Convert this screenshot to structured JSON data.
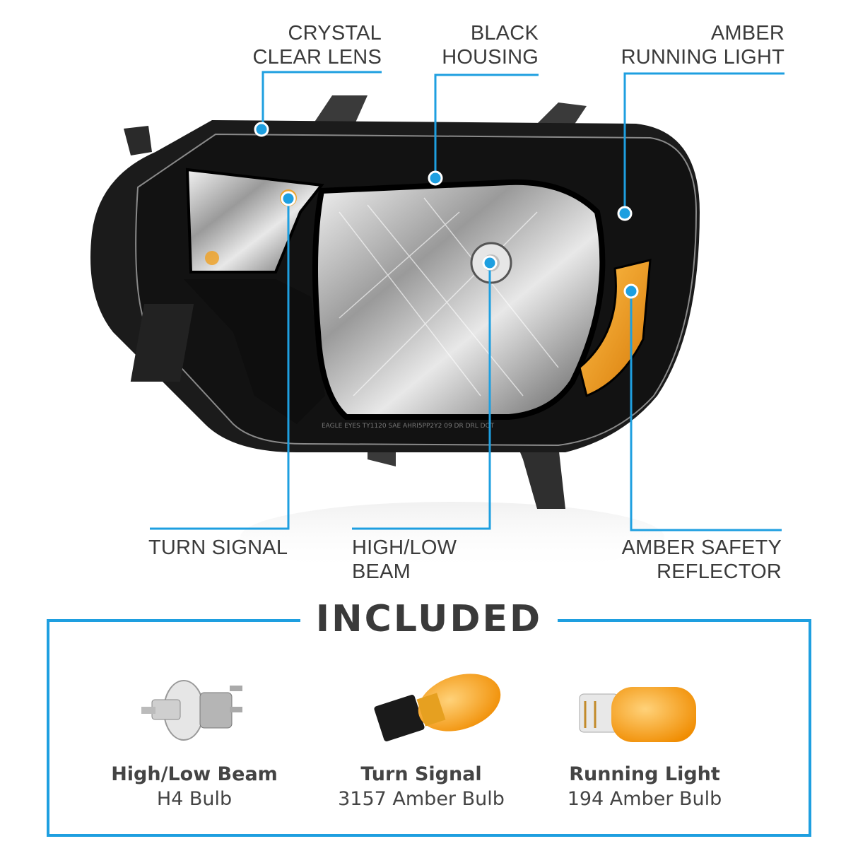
{
  "callouts": {
    "crystal_clear_lens": "CRYSTAL\nCLEAR LENS",
    "black_housing": "BLACK\nHOUSING",
    "amber_running_light": "AMBER\nRUNNING LIGHT",
    "turn_signal": "TURN SIGNAL",
    "high_low_beam": "HIGH/LOW\nBEAM",
    "amber_safety_reflector": "AMBER SAFETY\nREFLECTOR"
  },
  "headlight_lens_print": "EAGLE EYES TY1120   SAE  AHRI5PP2Y2  09   DR DRL DOT",
  "included": {
    "title": "INCLUDED",
    "bulbs": [
      {
        "name": "High/Low Beam",
        "type": "H4 Bulb",
        "icon": "h4-bulb-icon"
      },
      {
        "name": "Turn Signal",
        "type": "3157 Amber Bulb",
        "icon": "3157-bulb-icon"
      },
      {
        "name": "Running Light",
        "type": "194 Amber Bulb",
        "icon": "194-bulb-icon"
      }
    ]
  },
  "colors": {
    "accent": "#1e9fe0",
    "text": "#3b3b3b",
    "amber": "#f4a020",
    "housing": "#151515"
  }
}
